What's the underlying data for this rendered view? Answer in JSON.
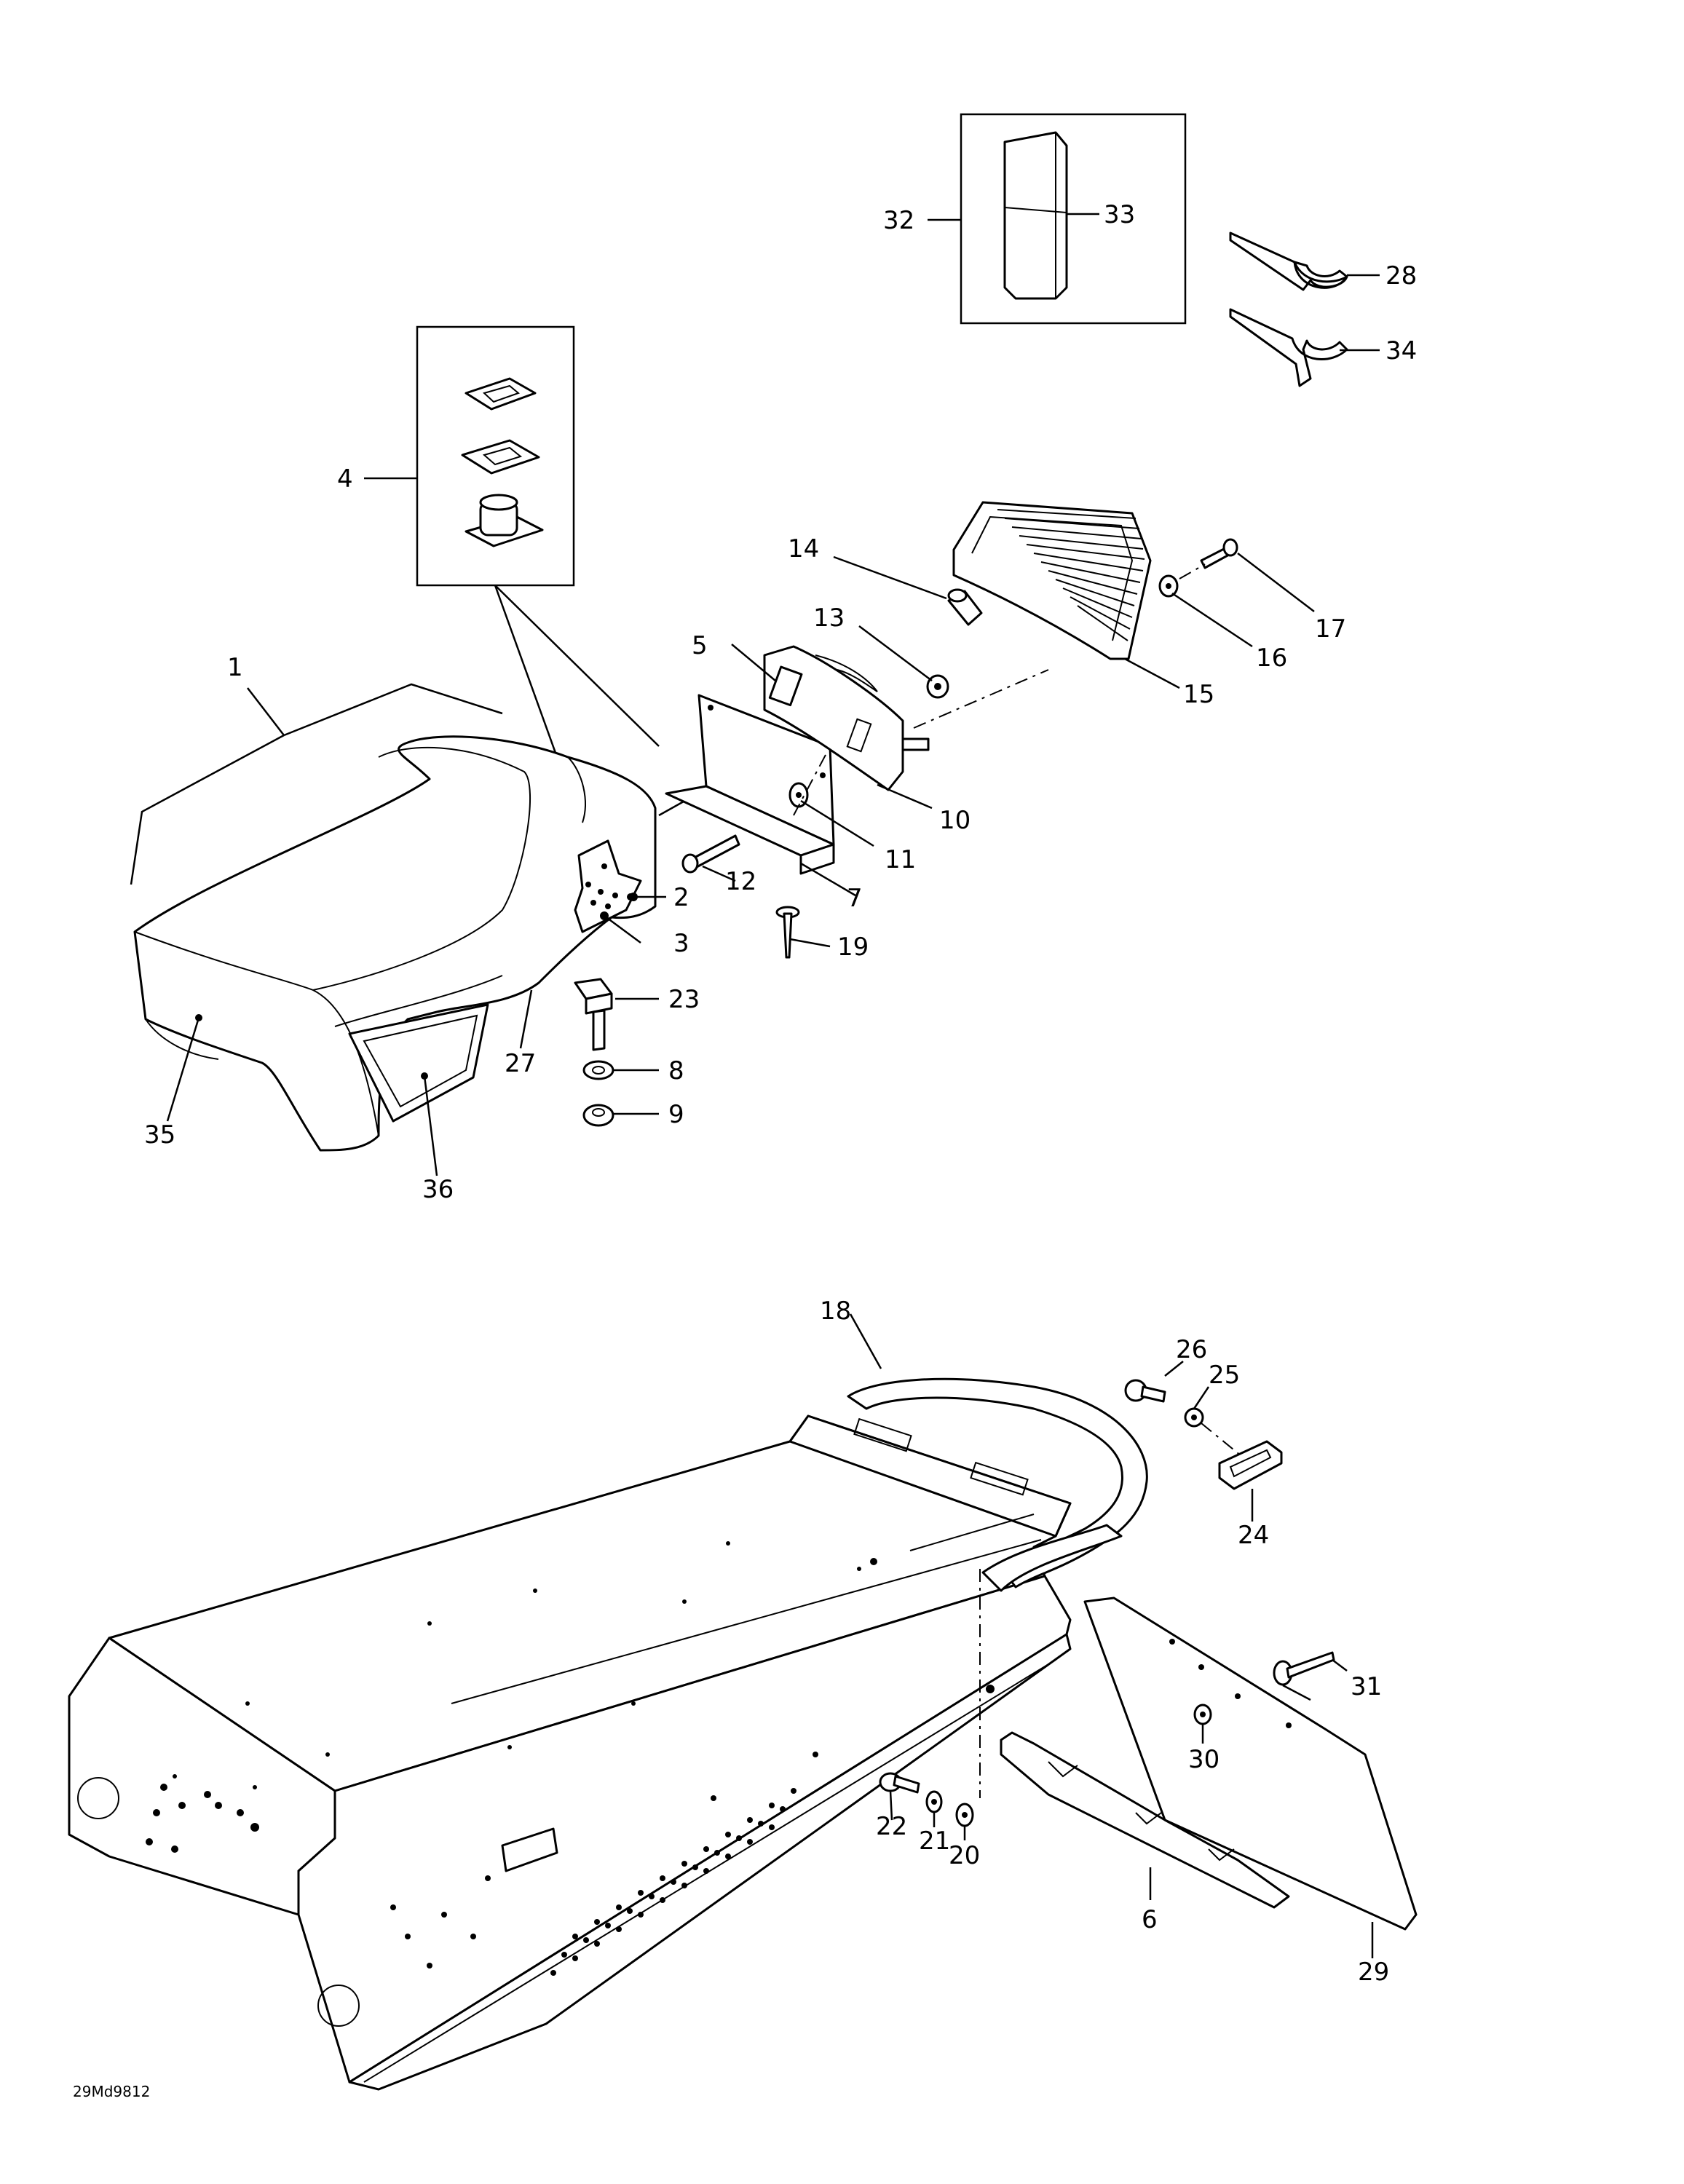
{
  "diagram": {
    "drawing_code": "29Md9812",
    "callouts": [
      "1",
      "2",
      "3",
      "4",
      "5",
      "6",
      "7",
      "8",
      "9",
      "10",
      "11",
      "12",
      "13",
      "14",
      "15",
      "16",
      "17",
      "18",
      "19",
      "20",
      "21",
      "22",
      "23",
      "24",
      "25",
      "26",
      "27",
      "28",
      "29",
      "30",
      "31",
      "32",
      "33",
      "34",
      "35",
      "36"
    ]
  }
}
